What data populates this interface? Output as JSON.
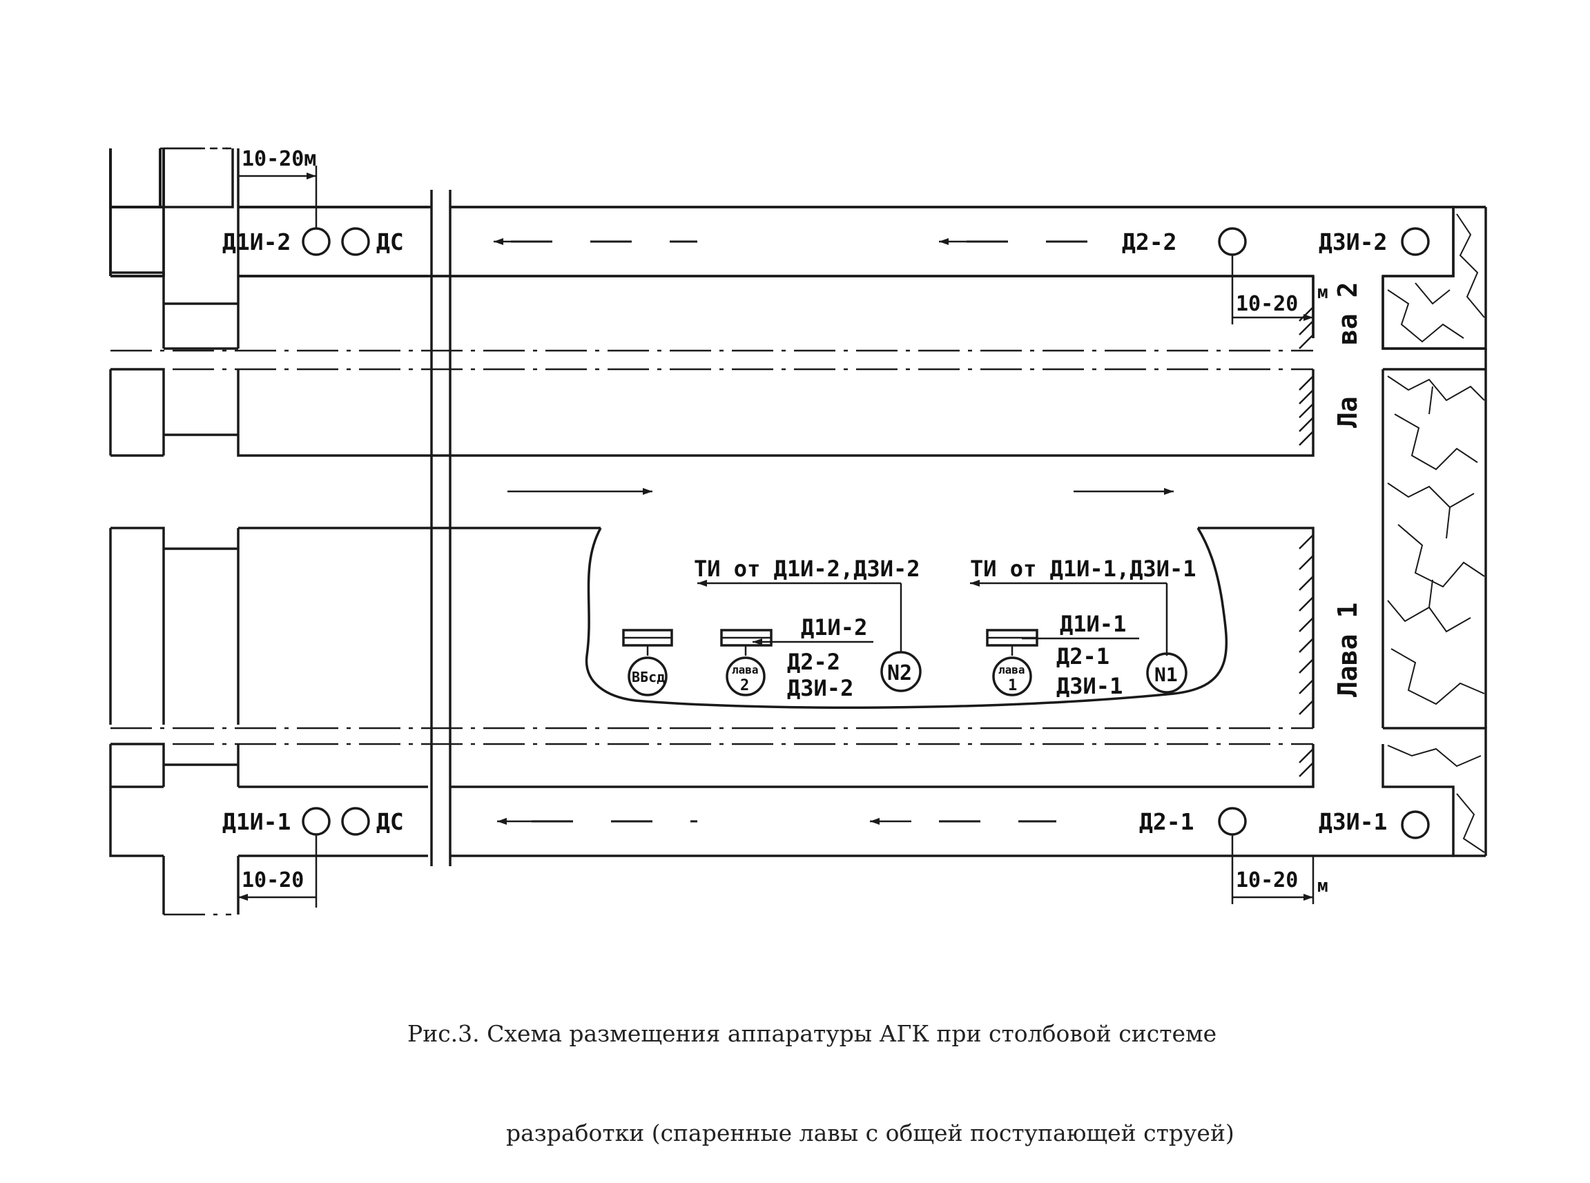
{
  "labels": {
    "d1i2": "Д1И-2",
    "ds_top": "ДС",
    "d2_2": "Д2-2",
    "d3i2": "Д3И-2",
    "d1i1": "Д1И-1",
    "ds_bottom": "ДС",
    "d2_1": "Д2-1",
    "d3i1": "Д3И-1",
    "dim_top_left": "10-20м",
    "dim_top_right": "10-20",
    "dim_top_right_unit": "м",
    "dim_bottom_left": "10-20",
    "dim_bottom_right": "10-20",
    "dim_bottom_right_unit": "м",
    "lava2_a": "ва 2",
    "lava2_b": "Ла",
    "lava1": "Лава 1",
    "ti2": "ТИ от Д1И-2,Д3И-2",
    "ti1": "ТИ от Д1И-1,Д3И-1",
    "n2": "N2",
    "n1": "N1",
    "g2_a": "Д1И-2",
    "g2_b": "Д2-2",
    "g2_c": "Д3И-2",
    "g1_a": "Д1И-1",
    "g1_b": "Д2-1",
    "g1_c": "Д3И-1",
    "sw_vbsd": "ВБсд",
    "sw_lava2_a": "лава",
    "sw_lava2_b": "2",
    "sw_lava1_a": "лава",
    "sw_lava1_b": "1"
  },
  "caption": {
    "line1": "Рис.3. Схема размещения аппаратуры АГК при столбовой системе",
    "line2": "разработки (спаренные лавы с общей поступающей струей)"
  }
}
